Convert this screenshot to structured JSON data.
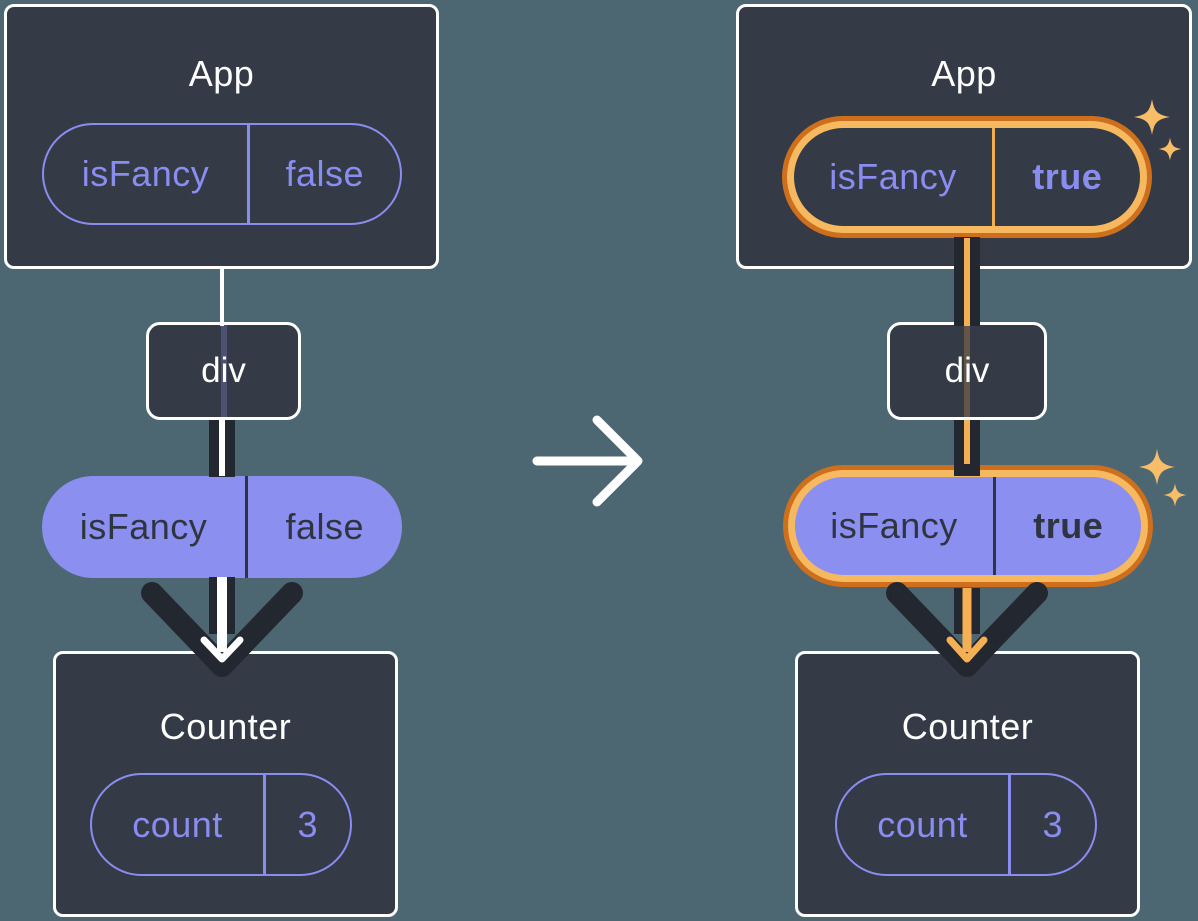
{
  "colors": {
    "background": "#4d6772",
    "card_background": "#343a46",
    "card_border": "#ffffff",
    "purple_stroke": "#8a8df0",
    "purple_fill": "#8b8ff0",
    "dark_text_on_purple": "#2f3540",
    "arrow_dark": "#23272f",
    "highlight_ring_outer": "#cd6f1d",
    "highlight_ring_inner": "#f6b95f",
    "arrow_core_orange": "#f5b055",
    "sparkle": "#f8bd68",
    "connector_white": "#ffffff"
  },
  "before": {
    "app_title": "App",
    "app_prop": {
      "name": "isFancy",
      "value": "false"
    },
    "div_label": "div",
    "passed_prop": {
      "name": "isFancy",
      "value": "false"
    },
    "counter_title": "Counter",
    "counter_state": {
      "name": "count",
      "value": "3"
    }
  },
  "after": {
    "app_title": "App",
    "app_prop": {
      "name": "isFancy",
      "value": "true"
    },
    "div_label": "div",
    "passed_prop": {
      "name": "isFancy",
      "value": "true"
    },
    "counter_title": "Counter",
    "counter_state": {
      "name": "count",
      "value": "3"
    }
  },
  "icons": {
    "transition": "arrow-right-icon",
    "highlight": "sparkles-icon"
  }
}
